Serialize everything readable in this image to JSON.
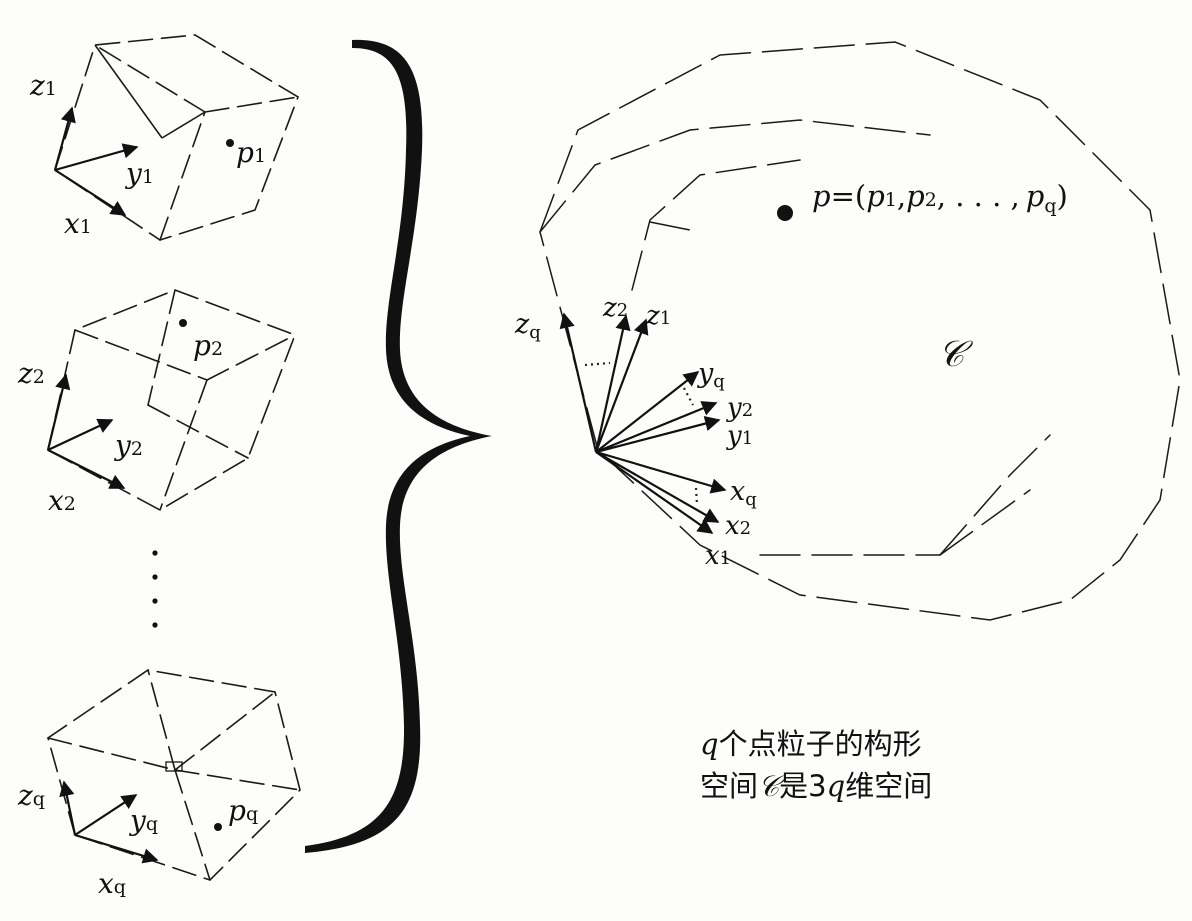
{
  "cubes": {
    "cube1": {
      "z": "z",
      "z_sub": "1",
      "y": "y",
      "y_sub": "1",
      "x": "x",
      "x_sub": "1",
      "p": "p",
      "p_sub": "1"
    },
    "cube2": {
      "z": "z",
      "z_sub": "2",
      "y": "y",
      "y_sub": "2",
      "x": "x",
      "x_sub": "2",
      "p": "p",
      "p_sub": "2"
    },
    "cubeq": {
      "z": "z",
      "z_sub": "q",
      "y": "y",
      "y_sub": "q",
      "x": "x",
      "x_sub": "q",
      "p": "p",
      "p_sub": "q"
    }
  },
  "config_space": {
    "symbol": "𝒞",
    "point_label": "p",
    "point_eq": "=",
    "point_tuple_open": "(",
    "tuple_p1": "p",
    "tuple_p1_sub": "1",
    "tuple_sep1": ",",
    "tuple_p2": "p",
    "tuple_p2_sub": "2",
    "tuple_dots": ", . . . ,",
    "tuple_pq": "p",
    "tuple_pq_sub": "q",
    "point_tuple_close": ")",
    "axes": {
      "zq": "z",
      "zq_sub": "q",
      "z2": "z",
      "z2_sub": "2",
      "z1": "z",
      "z1_sub": "1",
      "yq": "y",
      "yq_sub": "q",
      "y2": "y",
      "y2_sub": "2",
      "y1": "y",
      "y1_sub": "1",
      "xq": "x",
      "xq_sub": "q",
      "x2": "x",
      "x2_sub": "2",
      "x1": "x",
      "x1_sub": "1"
    }
  },
  "caption": {
    "line1_var": "q",
    "line1_text": "个点粒子的构形",
    "line2_a": "空间",
    "line2_symbol": "𝒞",
    "line2_b": "是3",
    "line2_var": "q",
    "line2_c": "维空间"
  }
}
